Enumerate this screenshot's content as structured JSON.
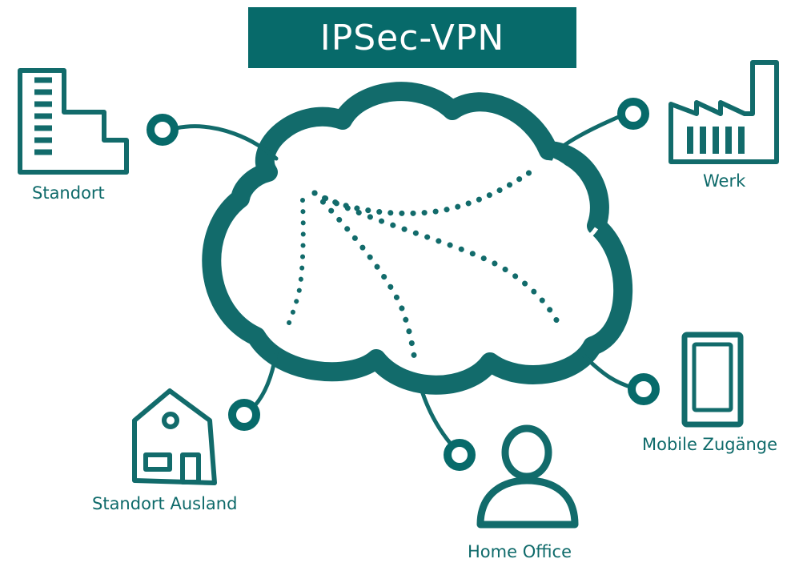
{
  "title": "IPSec-VPN",
  "colors": {
    "primary": "#076a6a",
    "cloud_stroke": "#126b6b",
    "background": "#ffffff"
  },
  "nodes": [
    {
      "id": "standort",
      "label": "Standort",
      "icon": "office-building-icon"
    },
    {
      "id": "werk",
      "label": "Werk",
      "icon": "factory-icon"
    },
    {
      "id": "mobile",
      "label": "Mobile Zugänge",
      "icon": "mobile-device-icon"
    },
    {
      "id": "home-office",
      "label": "Home Office",
      "icon": "person-icon"
    },
    {
      "id": "standort-ausland",
      "label": "Standort Ausland",
      "icon": "house-icon"
    }
  ],
  "center": {
    "icon": "cloud-icon"
  }
}
